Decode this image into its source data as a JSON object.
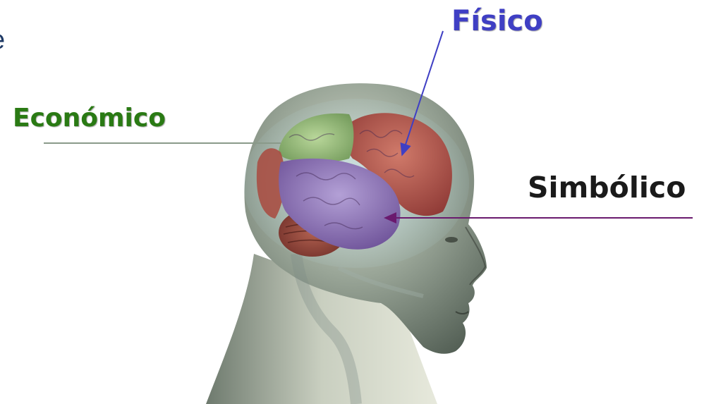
{
  "labels": {
    "fisico": "Físico",
    "economico": "Económico",
    "simbolico": "Simbólico"
  },
  "clipped_text": "e",
  "colors": {
    "fisico": "#3f3fc4",
    "economico": "#2a7a14",
    "simbolico": "#1a1a1a",
    "frontal_lobe": "#b4574f",
    "parietal_lobe": "#86b06a",
    "temporal_lobe": "#8a6fb4",
    "cerebellum": "#8c3f35"
  }
}
